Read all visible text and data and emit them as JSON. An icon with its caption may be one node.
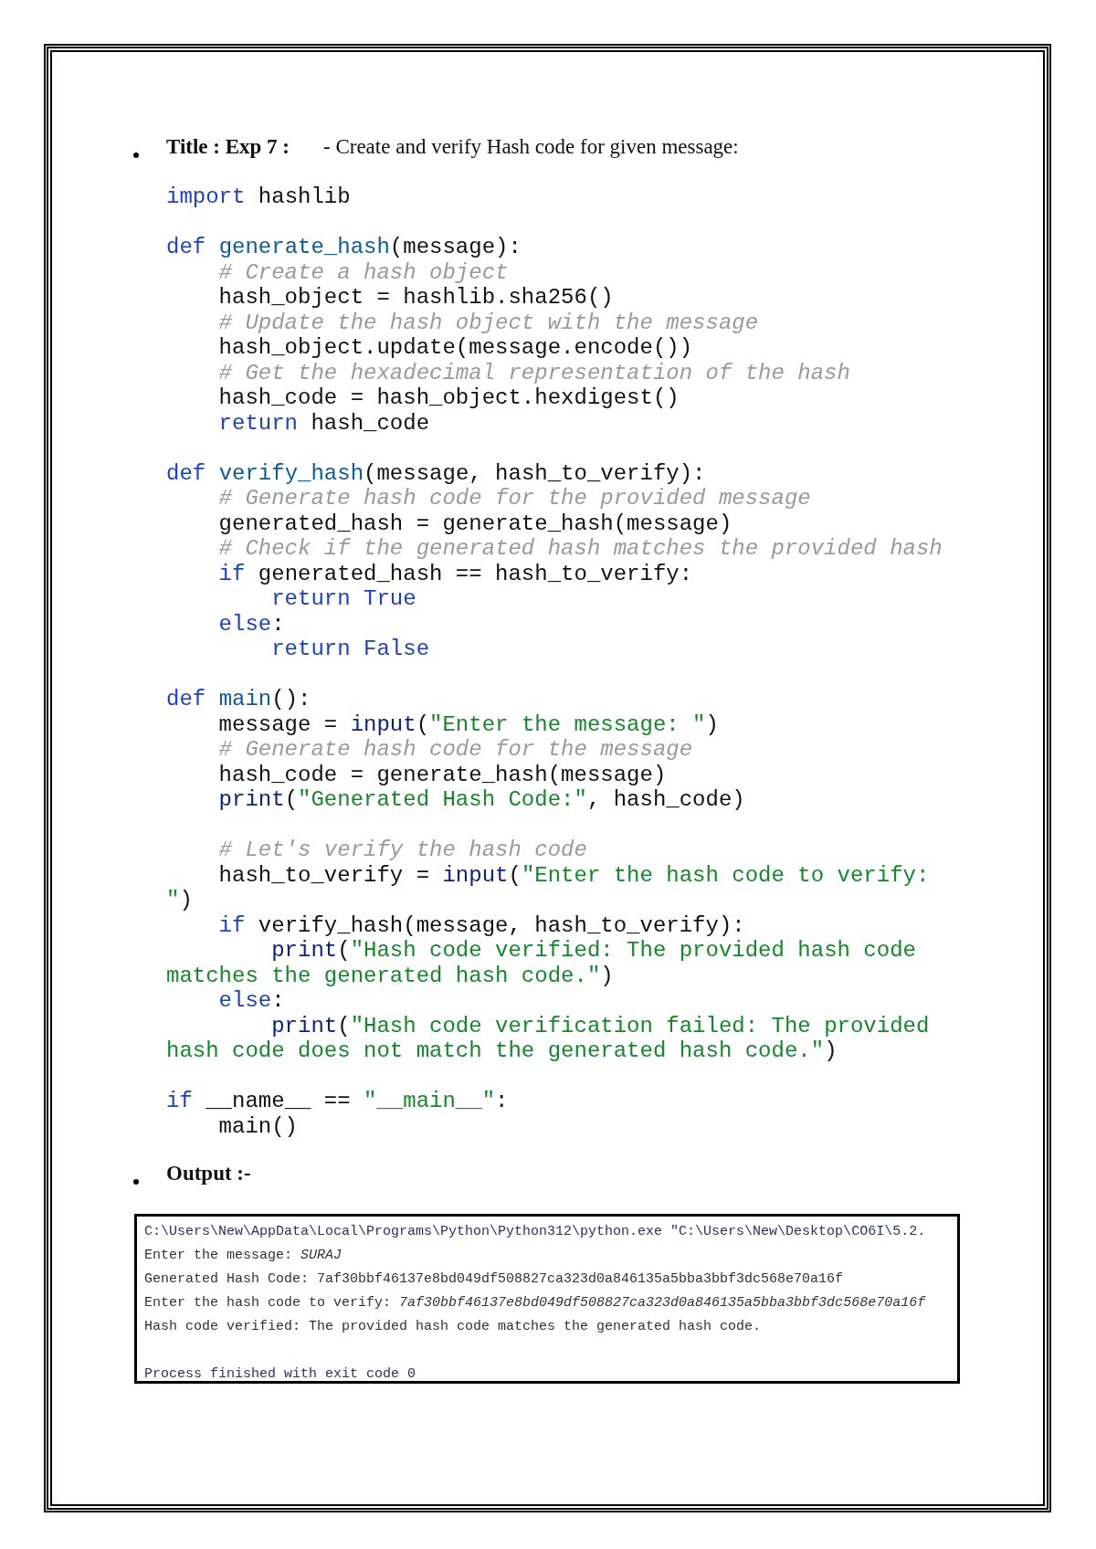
{
  "diagram": {
    "labels": [
      "Title : Exp 7 :",
      "- Create and verify Hash code for given message:",
      "import hashlib",
      "def generate_hash(message):",
      "    # Create a hash object",
      "    hash_object = hashlib.sha256()",
      "    # Update the hash object with the message",
      "    hash_object.update(message.encode())",
      "    # Get the hexadecimal representation of the hash",
      "    hash_code = hash_object.hexdigest()",
      "    return hash_code",
      "def verify_hash(message, hash_to_verify):",
      "    # Generate hash code for the provided message",
      "    generated_hash = generate_hash(message)",
      "    # Check if the generated hash matches the provided hash",
      "    if generated_hash == hash_to_verify:",
      "        return True",
      "    else:",
      "        return False",
      "def main():",
      "    message = input(\"Enter the message: \")",
      "    # Generate hash code for the message",
      "    hash_code = generate_hash(message)",
      "    print(\"Generated Hash Code:\", hash_code)",
      "    # Let's verify the hash code",
      "    hash_to_verify = input(\"Enter the hash code to verify: \")",
      "    if verify_hash(message, hash_to_verify):",
      "        print(\"Hash code verified: The provided hash code matches the generated hash code.\")",
      "    else:",
      "        print(\"Hash code verification failed: The provided hash code does not match the generated hash code.\")",
      "if __name__ == \"__main__\":",
      "    main()",
      "Output :-",
      "C:\\Users\\New\\AppData\\Local\\Programs\\Python\\Python312\\python.exe \"C:\\Users\\New\\Desktop\\CO6I\\5.2.",
      "Enter the message: *SURAJ*",
      "Generated Hash Code: 7af30bbf46137e8bd049df508827ca323d0a846135a5bba3bbf3dc568e70a16f",
      "Enter the hash code to verify: *7af30bbf46137e8bd049df508827ca323d0a846135a5bba3bbf3dc568e70a16f*",
      "Hash code verified: The provided hash code matches the generated hash code.",
      "Process finished with exit code 0"
    ]
  }
}
